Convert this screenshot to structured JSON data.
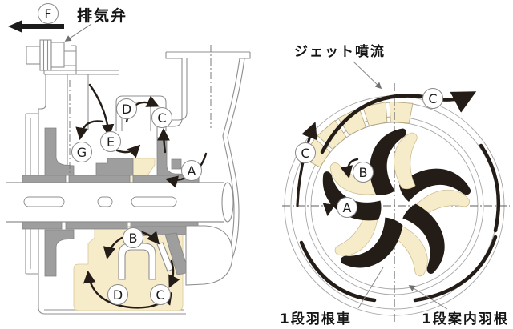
{
  "figure": {
    "type": "self-priming pump flow diagram",
    "colors": {
      "background": "#ffffff",
      "line_gray": "#8f8f8f",
      "metal_gray": "#9e9e9e",
      "water_beige": "#f7ecca",
      "flow_black": "#241c16",
      "text": "#161616"
    }
  },
  "left_view": {
    "name": "pump cross-section",
    "exhaust_valve_label": "排気弁",
    "markers": [
      {
        "label": "F"
      },
      {
        "label": "D"
      },
      {
        "label": "C"
      },
      {
        "label": "E"
      },
      {
        "label": "G"
      },
      {
        "label": "A"
      },
      {
        "label": "B"
      },
      {
        "label": "D"
      },
      {
        "label": "C"
      }
    ]
  },
  "right_view": {
    "name": "first-stage impeller front view",
    "jet_flow_label": "ジェット噴流",
    "impeller_label": "1段羽根車",
    "guide_vane_label": "1段案内羽根",
    "markers": [
      {
        "label": "C"
      },
      {
        "label": "C"
      },
      {
        "label": "B"
      },
      {
        "label": "A"
      }
    ]
  }
}
